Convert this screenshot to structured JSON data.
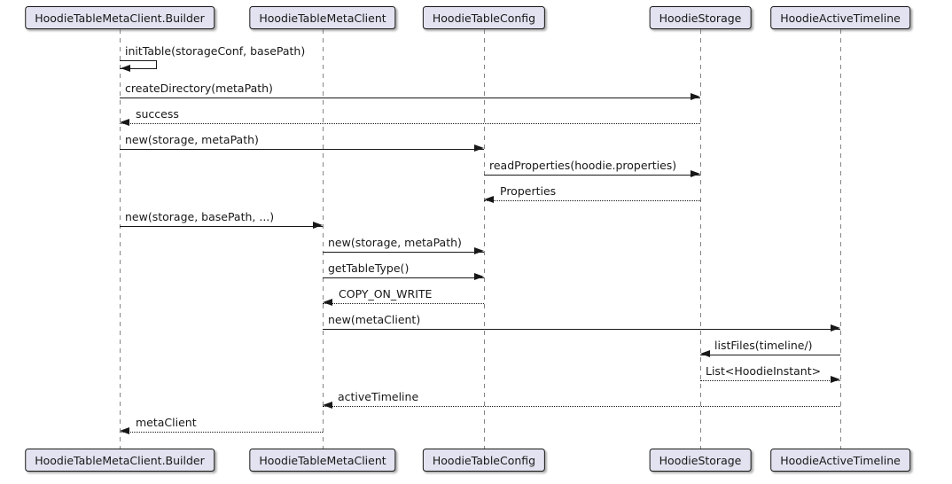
{
  "diagram": {
    "type": "sequence",
    "participants": [
      {
        "name": "HoodieTableMetaClient.Builder"
      },
      {
        "name": "HoodieTableMetaClient"
      },
      {
        "name": "HoodieTableConfig"
      },
      {
        "name": "HoodieStorage"
      },
      {
        "name": "HoodieActiveTimeline"
      }
    ],
    "messages": [
      {
        "label": "initTable(storageConf, basePath)",
        "from": "HoodieTableMetaClient.Builder",
        "to": "HoodieTableMetaClient.Builder",
        "type": "self"
      },
      {
        "label": "createDirectory(metaPath)",
        "from": "HoodieTableMetaClient.Builder",
        "to": "HoodieStorage",
        "type": "call"
      },
      {
        "label": "success",
        "from": "HoodieStorage",
        "to": "HoodieTableMetaClient.Builder",
        "type": "return"
      },
      {
        "label": "new(storage, metaPath)",
        "from": "HoodieTableMetaClient.Builder",
        "to": "HoodieTableConfig",
        "type": "call"
      },
      {
        "label": "readProperties(hoodie.properties)",
        "from": "HoodieTableConfig",
        "to": "HoodieStorage",
        "type": "call"
      },
      {
        "label": "Properties",
        "from": "HoodieStorage",
        "to": "HoodieTableConfig",
        "type": "return"
      },
      {
        "label": "new(storage, basePath, ...)",
        "from": "HoodieTableMetaClient.Builder",
        "to": "HoodieTableMetaClient",
        "type": "call"
      },
      {
        "label": "new(storage, metaPath)",
        "from": "HoodieTableMetaClient",
        "to": "HoodieTableConfig",
        "type": "call"
      },
      {
        "label": "getTableType()",
        "from": "HoodieTableMetaClient",
        "to": "HoodieTableConfig",
        "type": "call"
      },
      {
        "label": "COPY_ON_WRITE",
        "from": "HoodieTableConfig",
        "to": "HoodieTableMetaClient",
        "type": "return"
      },
      {
        "label": "new(metaClient)",
        "from": "HoodieTableMetaClient",
        "to": "HoodieActiveTimeline",
        "type": "call"
      },
      {
        "label": "listFiles(timeline/)",
        "from": "HoodieActiveTimeline",
        "to": "HoodieStorage",
        "type": "call"
      },
      {
        "label": "List<HoodieInstant>",
        "from": "HoodieStorage",
        "to": "HoodieActiveTimeline",
        "type": "return"
      },
      {
        "label": "activeTimeline",
        "from": "HoodieActiveTimeline",
        "to": "HoodieTableMetaClient",
        "type": "return"
      },
      {
        "label": "metaClient",
        "from": "HoodieTableMetaClient",
        "to": "HoodieTableMetaClient.Builder",
        "type": "return"
      }
    ],
    "colors": {
      "participant_fill": "#E2E2F0",
      "participant_border": "#181818",
      "message_line": "#181818",
      "lifeline": "#858585",
      "background": "#FFFFFF"
    }
  }
}
